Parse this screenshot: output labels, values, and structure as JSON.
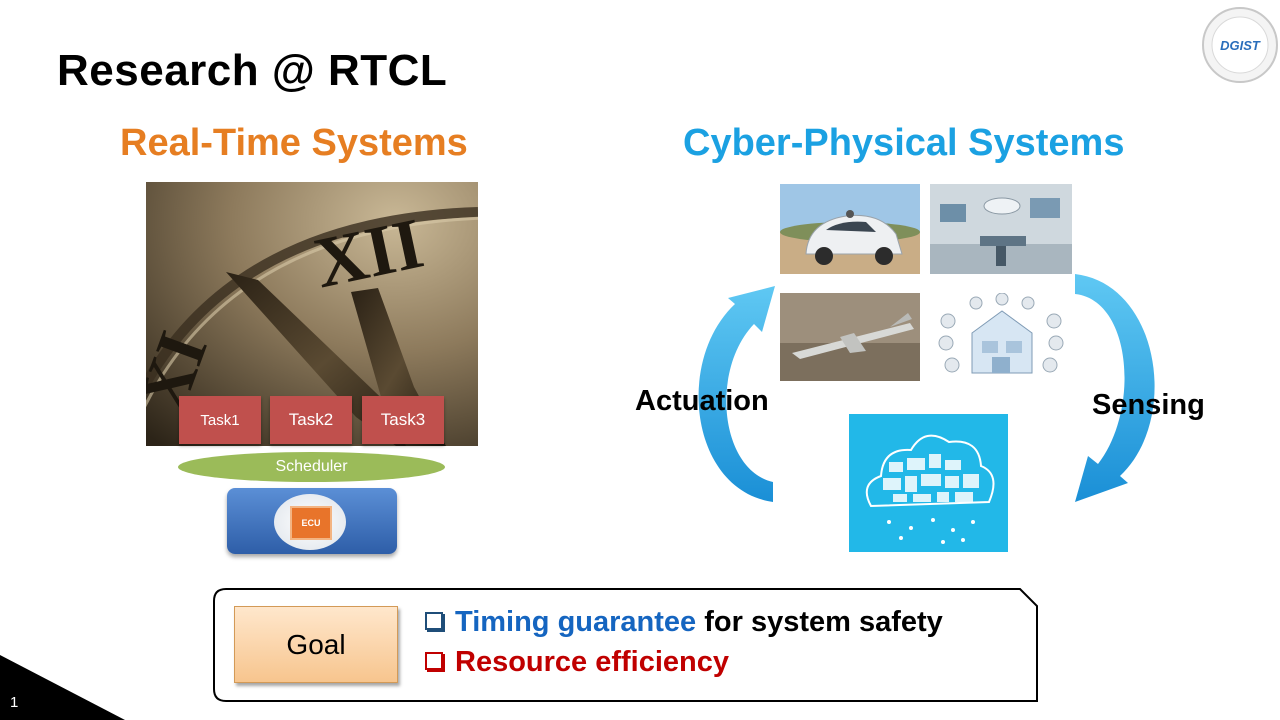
{
  "title": "Research @ RTCL",
  "logo": {
    "text": "DGIST"
  },
  "left_column": {
    "heading": "Real-Time Systems",
    "tasks": [
      "Task1",
      "Task2",
      "Task3"
    ],
    "scheduler": "Scheduler",
    "ecu_label": "ECU"
  },
  "right_column": {
    "heading": "Cyber-Physical Systems",
    "actuation_label": "Actuation",
    "sensing_label": "Sensing"
  },
  "goal": {
    "button_label": "Goal",
    "line1_highlight": "Timing guarantee",
    "line1_rest": " for system safety",
    "line2": "Resource efficiency"
  },
  "page_number": "1",
  "colors": {
    "rts_heading": "#e67e22",
    "cps_heading": "#1ba1e2",
    "task": "#c0504d",
    "scheduler": "#9bbb59",
    "goal_blue": "#1565c0",
    "goal_red": "#c00000"
  }
}
